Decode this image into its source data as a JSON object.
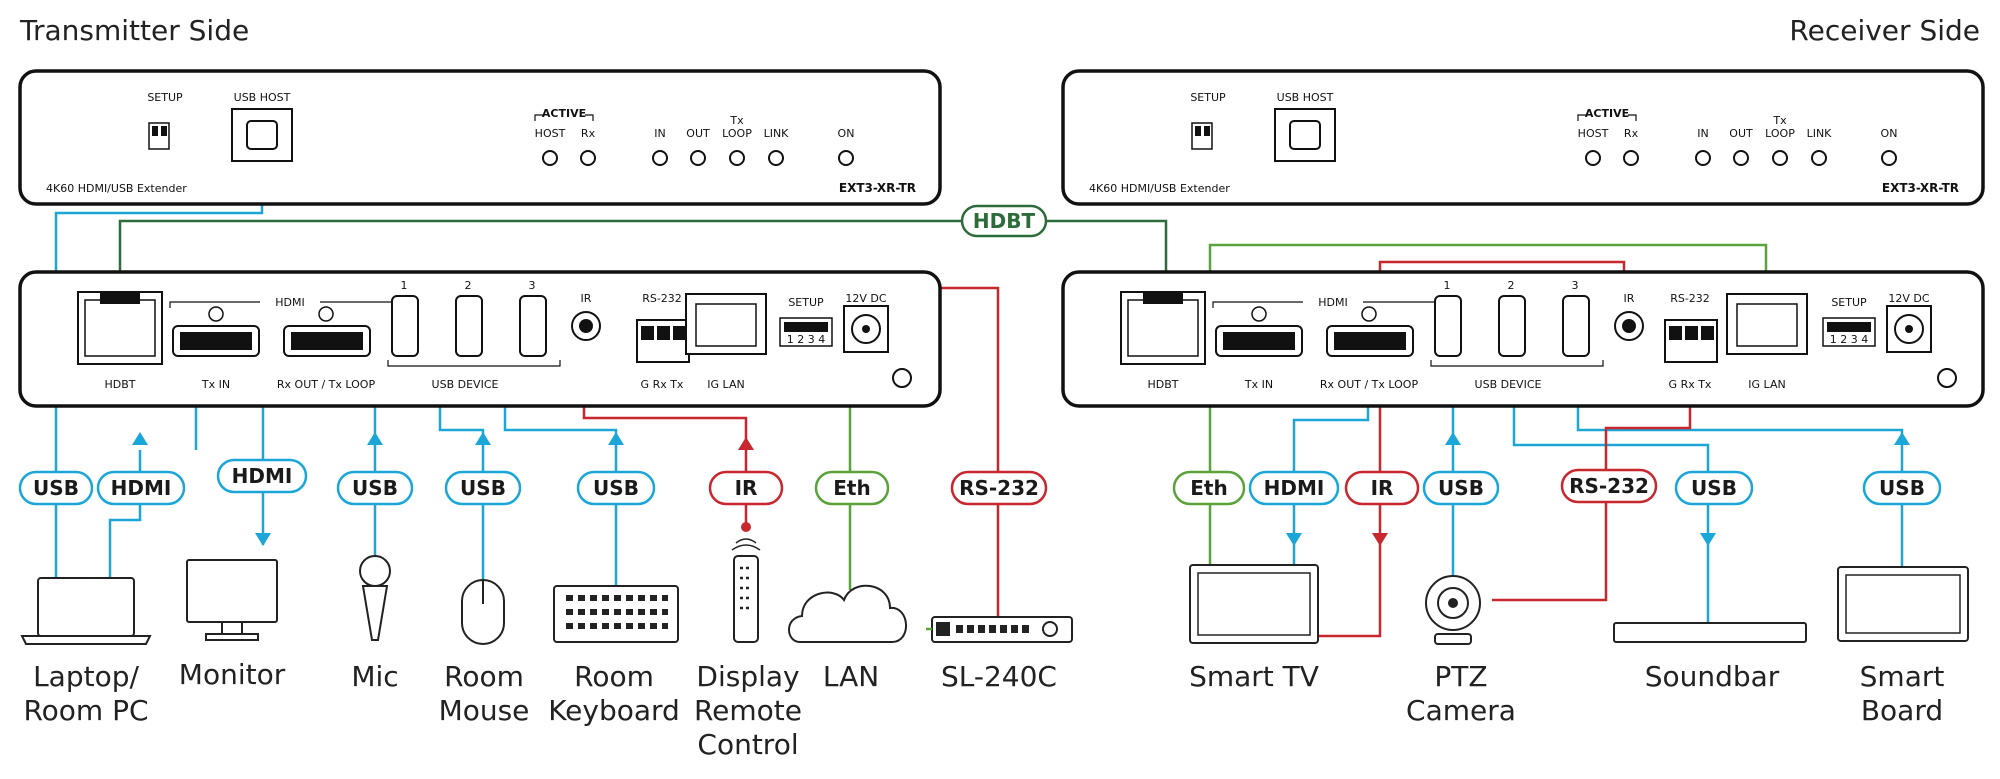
{
  "headings": {
    "left": "Transmitter Side",
    "right": "Receiver Side"
  },
  "front_panel": {
    "setup": "SETUP",
    "usb_host": "USB HOST",
    "active": "ACTIVE",
    "host": "HOST",
    "rx": "Rx",
    "in": "IN",
    "out": "OUT",
    "tx": "Tx",
    "loop": "LOOP",
    "link": "LINK",
    "on": "ON",
    "product": "4K60 HDMI/USB Extender",
    "model": "EXT3-XR-TR"
  },
  "rear_panel": {
    "hdmi": "HDMI",
    "hdbt": "HDBT",
    "tx_in": "Tx IN",
    "rx_out": "Rx OUT / Tx LOOP",
    "usb_device": "USB DEVICE",
    "usb_ports": [
      "1",
      "2",
      "3"
    ],
    "ir": "IR",
    "rs232": "RS-232",
    "rs232_pins": "G Rx Tx",
    "ig_lan": "IG LAN",
    "setup": "SETUP",
    "dip": "1 2 3 4",
    "power": "12V DC"
  },
  "link_label": "HDBT",
  "tx_connections": [
    "USB",
    "HDMI",
    "HDMI",
    "USB",
    "USB",
    "USB",
    "IR",
    "Eth",
    "RS-232"
  ],
  "rx_connections": [
    "Eth",
    "HDMI",
    "IR",
    "USB",
    "RS-232",
    "USB",
    "USB"
  ],
  "tx_devices": [
    [
      "Laptop/",
      "Room PC"
    ],
    [
      "Monitor"
    ],
    [
      "Mic"
    ],
    [
      "Room",
      "Mouse"
    ],
    [
      "Room",
      "Keyboard"
    ],
    [
      "Display",
      "Remote",
      "Control"
    ],
    [
      "LAN"
    ],
    [
      "SL-240C"
    ]
  ],
  "rx_devices": [
    [
      "Smart TV"
    ],
    [
      "PTZ",
      "Camera"
    ],
    [
      "Soundbar"
    ],
    [
      "Smart",
      "Board"
    ]
  ],
  "colors": {
    "usb_hdmi": "#1aa7d8",
    "ir_rs232": "#c8272d",
    "eth": "#5aa33a",
    "hdbt": "#2e6b3a"
  }
}
